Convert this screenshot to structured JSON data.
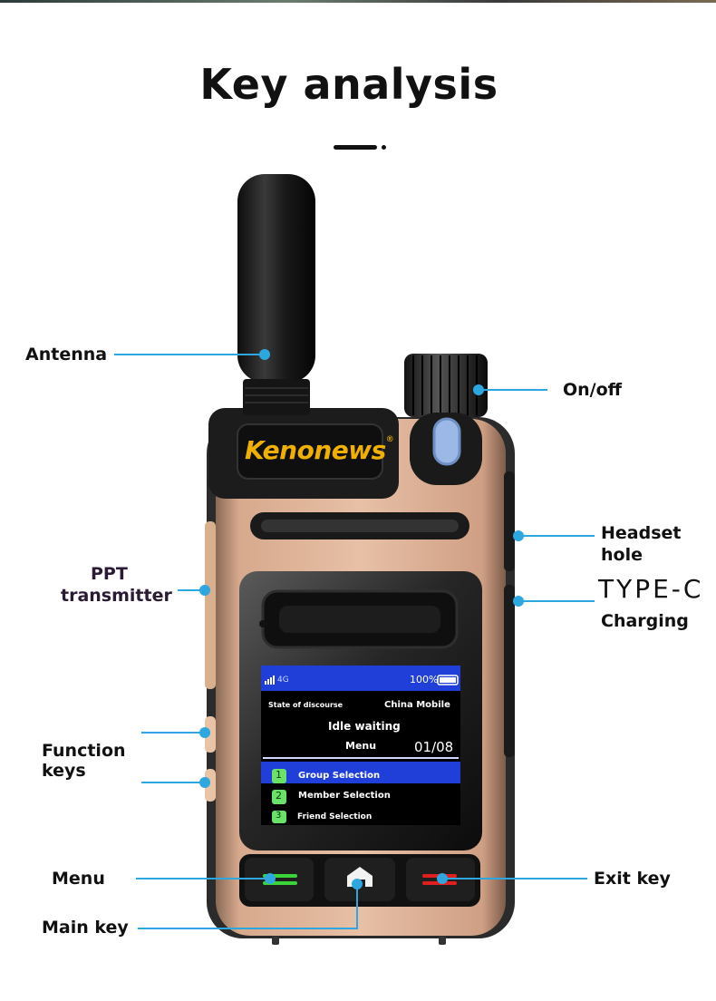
{
  "title": "Key analysis",
  "brand": {
    "name": "Kenonews",
    "reg": "®"
  },
  "labels": {
    "antenna": "Antenna",
    "onoff": "On/off",
    "headset_line1": "Headset",
    "headset_line2": "hole",
    "ppt_line1": "PPT",
    "ppt_line2": "transmitter",
    "typec": "TYPE-C",
    "charging": "Charging",
    "function_line1": "Function",
    "function_line2": "keys",
    "menu": "Menu",
    "exit": "Exit key",
    "main": "Main key"
  },
  "screen": {
    "signal": "4G",
    "battery": "100%",
    "state_label": "State of discourse",
    "carrier": "China Mobile",
    "status": "Idle waiting",
    "menu_label": "Menu",
    "page": "01/08",
    "items": [
      {
        "num": "1",
        "label": "Group Selection"
      },
      {
        "num": "2",
        "label": "Member Selection"
      },
      {
        "num": "3",
        "label": "Friend Selection"
      }
    ]
  },
  "colors": {
    "accent_line": "#2ea7e0",
    "brand": "#f0b000",
    "body": "#d9a98a",
    "screen_header": "#1f3fd8"
  }
}
